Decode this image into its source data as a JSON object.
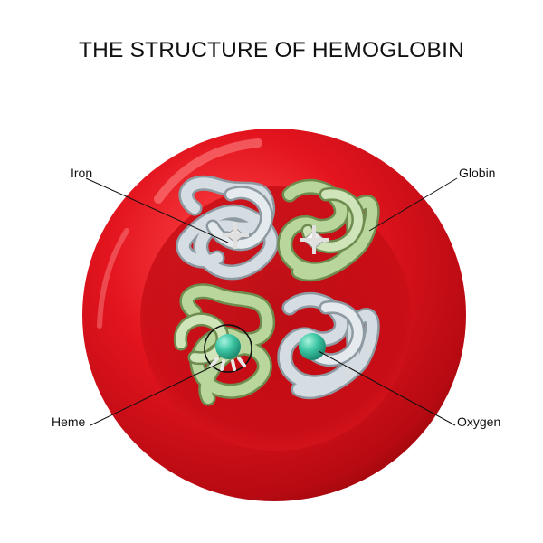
{
  "title": "THE STRUCTURE OF HEMOGLOBIN",
  "labels": {
    "iron": "Iron",
    "globin": "Globin",
    "heme": "Heme",
    "oxygen": "Oxygen"
  },
  "colors": {
    "cell_red": "#d4101a",
    "globin_green": "#a9c98c",
    "globin_grey": "#cdd6dc",
    "heme_teal": "#3ec7a4",
    "iron_white": "#f2f2f2"
  }
}
